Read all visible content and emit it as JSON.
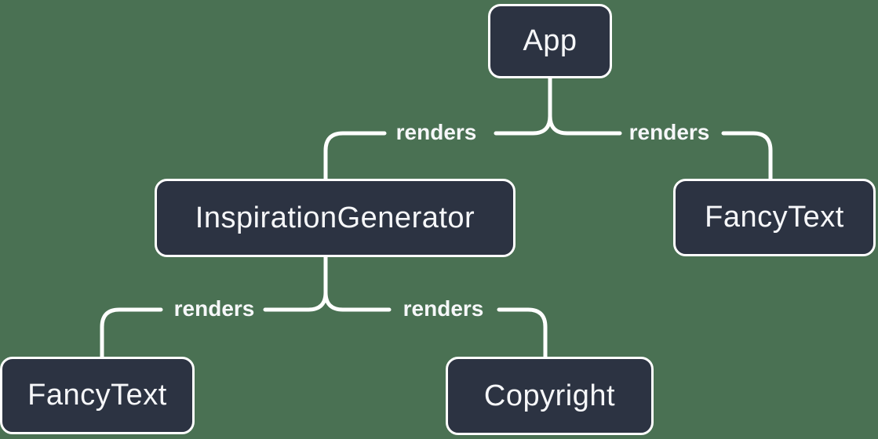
{
  "diagram": {
    "type": "component-render-tree",
    "edge_label": "renders",
    "nodes": [
      {
        "id": "app",
        "label": "App"
      },
      {
        "id": "inspiration-generator",
        "label": "InspirationGenerator"
      },
      {
        "id": "fancy-text-top",
        "label": "FancyText"
      },
      {
        "id": "fancy-text-bottom",
        "label": "FancyText"
      },
      {
        "id": "copyright",
        "label": "Copyright"
      }
    ],
    "edges": [
      {
        "from": "App",
        "to": "InspirationGenerator",
        "label": "renders"
      },
      {
        "from": "App",
        "to": "FancyText",
        "label": "renders"
      },
      {
        "from": "InspirationGenerator",
        "to": "FancyText",
        "label": "renders"
      },
      {
        "from": "InspirationGenerator",
        "to": "Copyright",
        "label": "renders"
      }
    ]
  },
  "colors": {
    "background": "#4a7153",
    "node_fill": "#2c3342",
    "node_border": "#ffffff",
    "line": "#ffffff",
    "text": "#f6f7f9"
  }
}
